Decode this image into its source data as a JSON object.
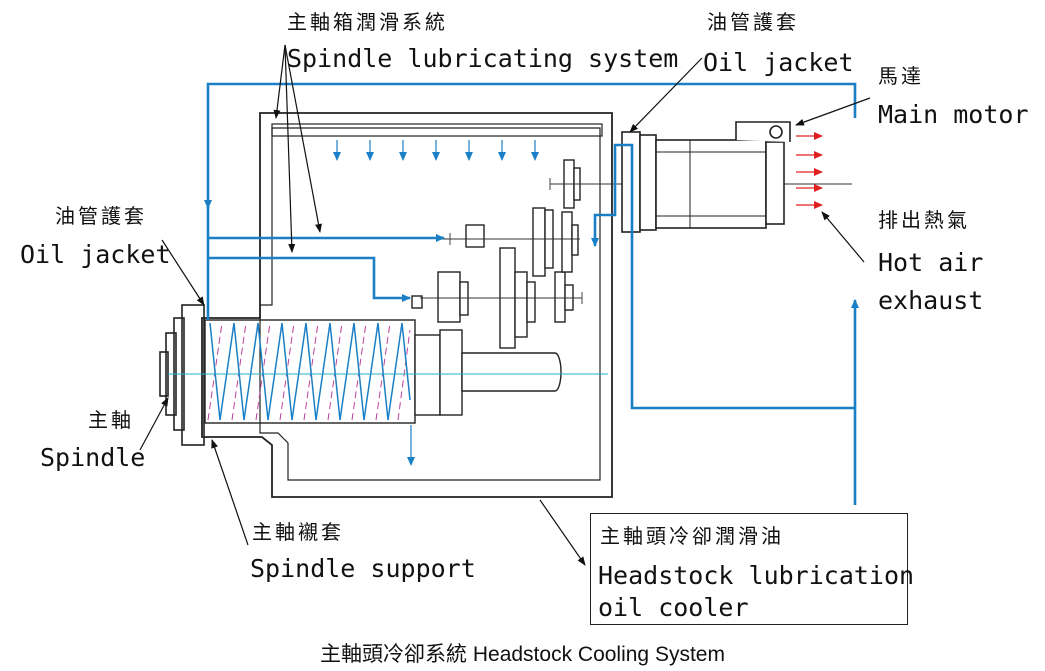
{
  "labels": {
    "spindle_lube_zh": "主軸箱潤滑系統",
    "spindle_lube_en": "Spindle lubricating system",
    "oil_jacket_top_zh": "油管護套",
    "oil_jacket_top_en": "Oil jacket",
    "main_motor_zh": "馬達",
    "main_motor_en": "Main motor",
    "oil_jacket_left_zh": "油管護套",
    "oil_jacket_left_en": "Oil jacket",
    "hot_air_zh": "排出熱氣",
    "hot_air_en_1": "Hot air",
    "hot_air_en_2": "exhaust",
    "spindle_zh": "主軸",
    "spindle_en": "Spindle",
    "spindle_support_zh": "主軸襯套",
    "spindle_support_en": "Spindle support",
    "cooler_zh": "主軸頭冷卻潤滑油",
    "cooler_en_1": "Headstock lubrication",
    "cooler_en_2": "oil cooler"
  },
  "caption": "主軸頭冷卻系統 Headstock Cooling System",
  "colors": {
    "coolant": "#1a7fc4",
    "hot_air": "#e02020",
    "lube_hatch": "#c040a0",
    "outline": "#222222"
  }
}
